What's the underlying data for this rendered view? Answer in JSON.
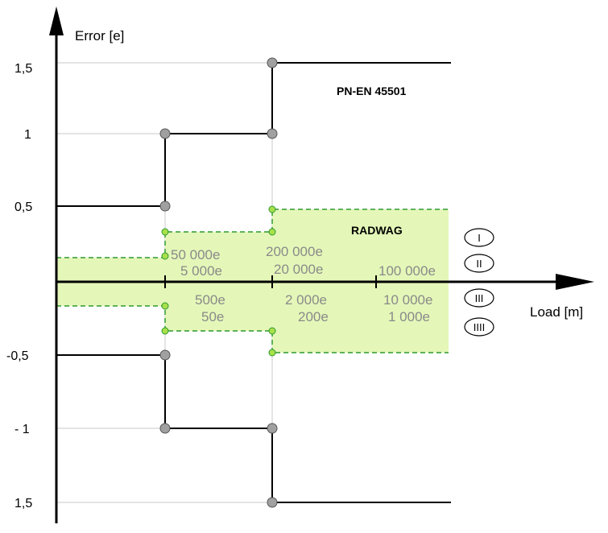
{
  "y_axis_title": "Error [e]",
  "x_axis_title": "Load [m]",
  "y_ticks": [
    "1,5",
    "1",
    "0,5",
    "-0,5",
    "- 1",
    "1,5"
  ],
  "standard_label": "PN-EN 45501",
  "manufacturer_label": "RADWAG",
  "limits_left": [
    "50 000e",
    "5 000e"
  ],
  "limits_mid_upper": [
    "200 000e",
    "20 000e"
  ],
  "limits_right_upper": "100 000e",
  "limits_left_lower": [
    "500e",
    "50e"
  ],
  "limits_mid_lower": [
    "2 000e",
    "200e"
  ],
  "limits_right_lower": [
    "10 000e",
    "1 000e"
  ],
  "accuracy_classes": [
    "I",
    "II",
    "III",
    "IIII"
  ],
  "colors": {
    "zone_fill": "#e4f7b8",
    "zone_border": "#2e9a2e",
    "zone_point": "#a8e04a",
    "step_point": "#a0a0a0",
    "grid": "#c8c8c8",
    "grey_text": "#8a8a8a"
  }
}
